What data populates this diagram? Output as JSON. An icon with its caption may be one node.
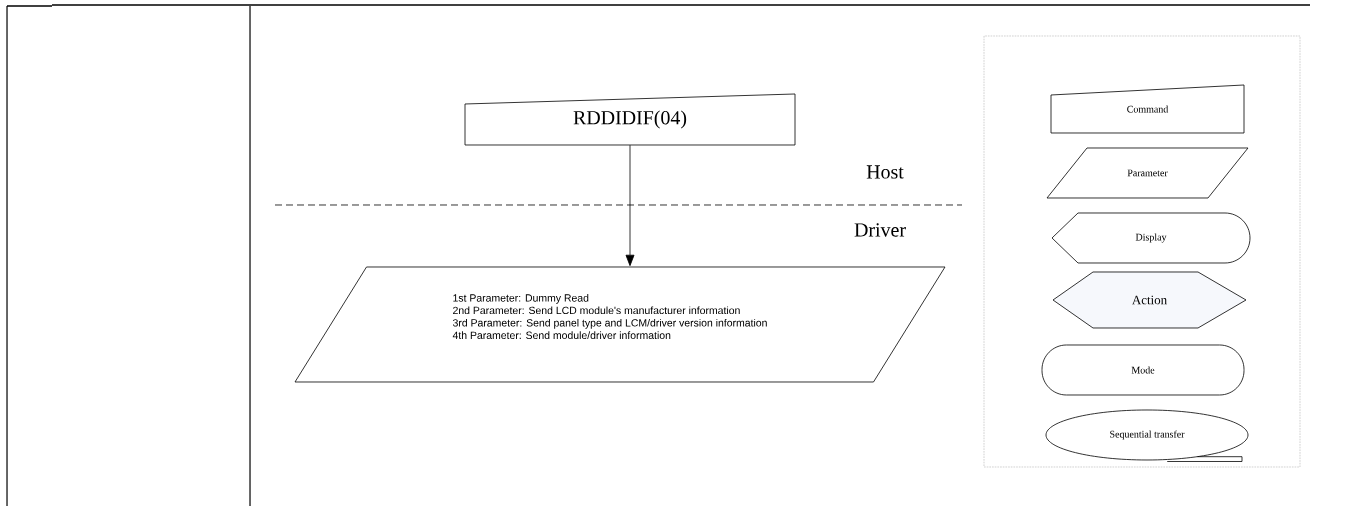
{
  "diagram": {
    "nodes": [
      {
        "text": [
          "RDDIDIF(04)"
        ]
      },
      {
        "text": [
          "1st Parameter: Dummy Read",
          "2nd Parameter: Send LCD module's manufacturer information",
          "3rd Parameter: Send panel type and LCM/driver version information",
          "4th Parameter: Send module/driver information"
        ]
      },
      {
        "text": [],
        "shape": "box"
      },
      {
        "text": [
          "Command"
        ],
        "in": 2
      },
      {
        "text": [
          "Parameter"
        ],
        "in": 2
      },
      {
        "text": [
          "Display"
        ],
        "in": 2
      },
      {
        "text": [
          "Action"
        ],
        "in": 2
      },
      {
        "text": [
          "Mode"
        ],
        "in": 2
      },
      {
        "text": [
          "Sequential transfer"
        ],
        "in": 2
      }
    ],
    "edges": [
      {
        "from": 0,
        "to": 1,
        "arrow": "to"
      }
    ],
    "labels": [
      "Host",
      "Driver"
    ]
  }
}
